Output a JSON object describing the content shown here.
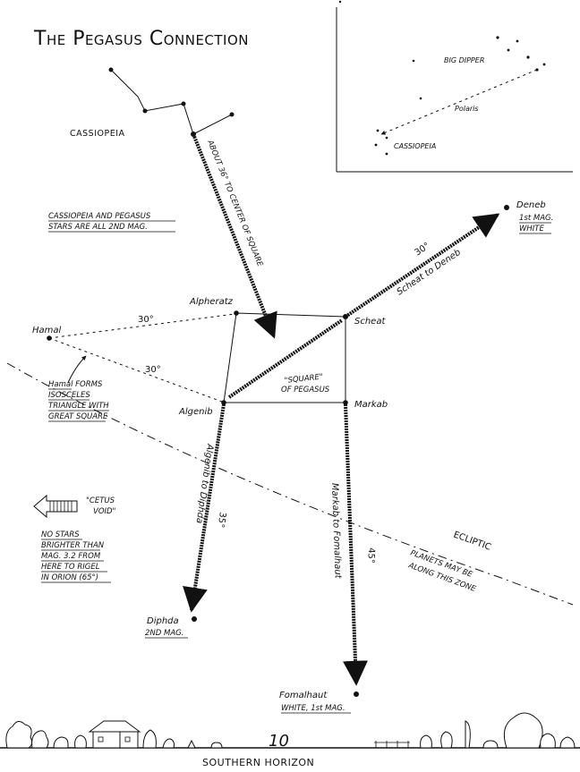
{
  "title": "The Pegasus Connection",
  "stars": {
    "cassiopeia": "CASSIOPEIA",
    "alpheratz": "Alpheratz",
    "scheat": "Scheat",
    "algenib": "Algenib",
    "markab": "Markab",
    "hamal": "Hamal",
    "deneb": "Deneb",
    "deneb_note_1": "1st MAG.",
    "deneb_note_2": "WHITE",
    "diphda": "Diphda",
    "diphda_note": "2ND MAG.",
    "fomalhaut": "Fomalhaut",
    "fomalhaut_note": "WHITE, 1st MAG."
  },
  "square_label_1": "\"SQUARE\"",
  "square_label_2": "OF PEGASUS",
  "arrows": {
    "cassiopeia_to_square": "ABOUT 36° TO CENTER OF SQUARE",
    "scheat_to_deneb": "Scheat to Deneb",
    "scheat_to_deneb_angle": "30°",
    "algenib_to_diphda": "Algenib to Diphda",
    "algenib_to_diphda_angle": "35°",
    "markab_to_fomalhaut": "Markab to Fomalhaut",
    "markab_to_fomalhaut_angle": "45°",
    "hamal_alpheratz_angle": "30°",
    "hamal_algenib_angle": "30°"
  },
  "notes": {
    "pegasus_mag_1": "CASSIOPEIA AND PEGASUS",
    "pegasus_mag_2": "STARS ARE ALL 2ND MAG.",
    "hamal_1": "Hamal FORMS",
    "hamal_2": "ISOSCELES",
    "hamal_3": "TRIANGLE WITH",
    "hamal_4": "GREAT SQUARE",
    "cetus_1": "\"CETUS",
    "cetus_2": "VOID\"",
    "void_1": "NO STARS",
    "void_2": "BRIGHTER THAN",
    "void_3": "MAG. 3.2 FROM",
    "void_4": "HERE TO RIGEL",
    "void_5": "IN ORION (65°)"
  },
  "ecliptic": {
    "label": "ECLIPTIC",
    "note_1": "PLANETS MAY BE",
    "note_2": "ALONG THIS ZONE"
  },
  "inset": {
    "big_dipper": "BIG DIPPER",
    "polaris": "Polaris",
    "cassiopeia": "CASSIOPEIA"
  },
  "horizon": "SOUTHERN HORIZON",
  "page_number": "10"
}
